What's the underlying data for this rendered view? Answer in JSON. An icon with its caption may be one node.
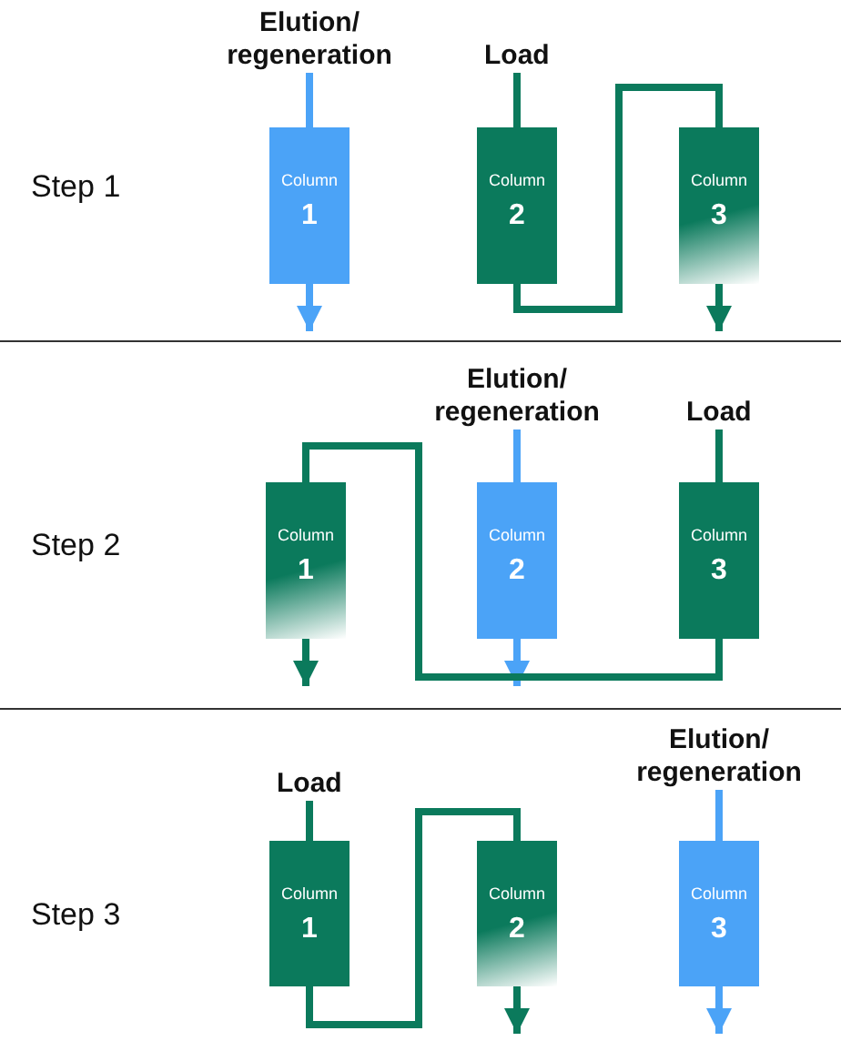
{
  "diagram": {
    "nodes": [
      {
        "text": [
          "Elution/ regeneration"
        ]
      },
      {
        "text": [
          "Load"
        ]
      },
      {
        "text": [
          "Column",
          "1"
        ]
      },
      {
        "text": [
          "Column",
          "2"
        ]
      },
      {
        "text": [
          "Column",
          "3"
        ]
      },
      {
        "text": [
          "Elution/ regeneration"
        ]
      },
      {
        "text": [
          "Load"
        ]
      },
      {
        "text": [
          "Column",
          "1"
        ]
      },
      {
        "text": [
          "Column",
          "2"
        ]
      },
      {
        "text": [
          "Column",
          "3"
        ]
      },
      {
        "text": [
          "Load"
        ]
      },
      {
        "text": [
          "Elution/ regeneration"
        ]
      },
      {
        "text": [
          "Column",
          "1"
        ]
      },
      {
        "text": [
          "Column",
          "2"
        ]
      },
      {
        "text": [
          "Column",
          "3"
        ]
      }
    ],
    "edges": [
      {
        "from": 0,
        "to": 2,
        "arrow": "none",
        "color": "#4ba3f7"
      },
      {
        "from": 2,
        "to": null,
        "arrow": "to",
        "color": "#4ba3f7"
      },
      {
        "from": 1,
        "to": 3,
        "arrow": "none"
      },
      {
        "from": 3,
        "to": 4,
        "arrow": "none"
      },
      {
        "from": 4,
        "to": null,
        "arrow": "to"
      },
      {
        "from": 5,
        "to": 8,
        "arrow": "none",
        "color": "#4ba3f7"
      },
      {
        "from": 8,
        "to": null,
        "arrow": "to",
        "color": "#4ba3f7"
      },
      {
        "from": 6,
        "to": 9,
        "arrow": "none"
      },
      {
        "from": 9,
        "to": 7,
        "arrow": "none"
      },
      {
        "from": 7,
        "to": null,
        "arrow": "to"
      },
      {
        "from": 10,
        "to": 12,
        "arrow": "none"
      },
      {
        "from": 12,
        "to": 13,
        "arrow": "none"
      },
      {
        "from": 13,
        "to": null,
        "arrow": "to"
      },
      {
        "from": 11,
        "to": 14,
        "arrow": "none",
        "color": "#4ba3f7"
      },
      {
        "from": 14,
        "to": null,
        "arrow": "to",
        "color": "#4ba3f7"
      }
    ],
    "labels": [
      "Step 1",
      "Step 2",
      "Step 3"
    ]
  }
}
